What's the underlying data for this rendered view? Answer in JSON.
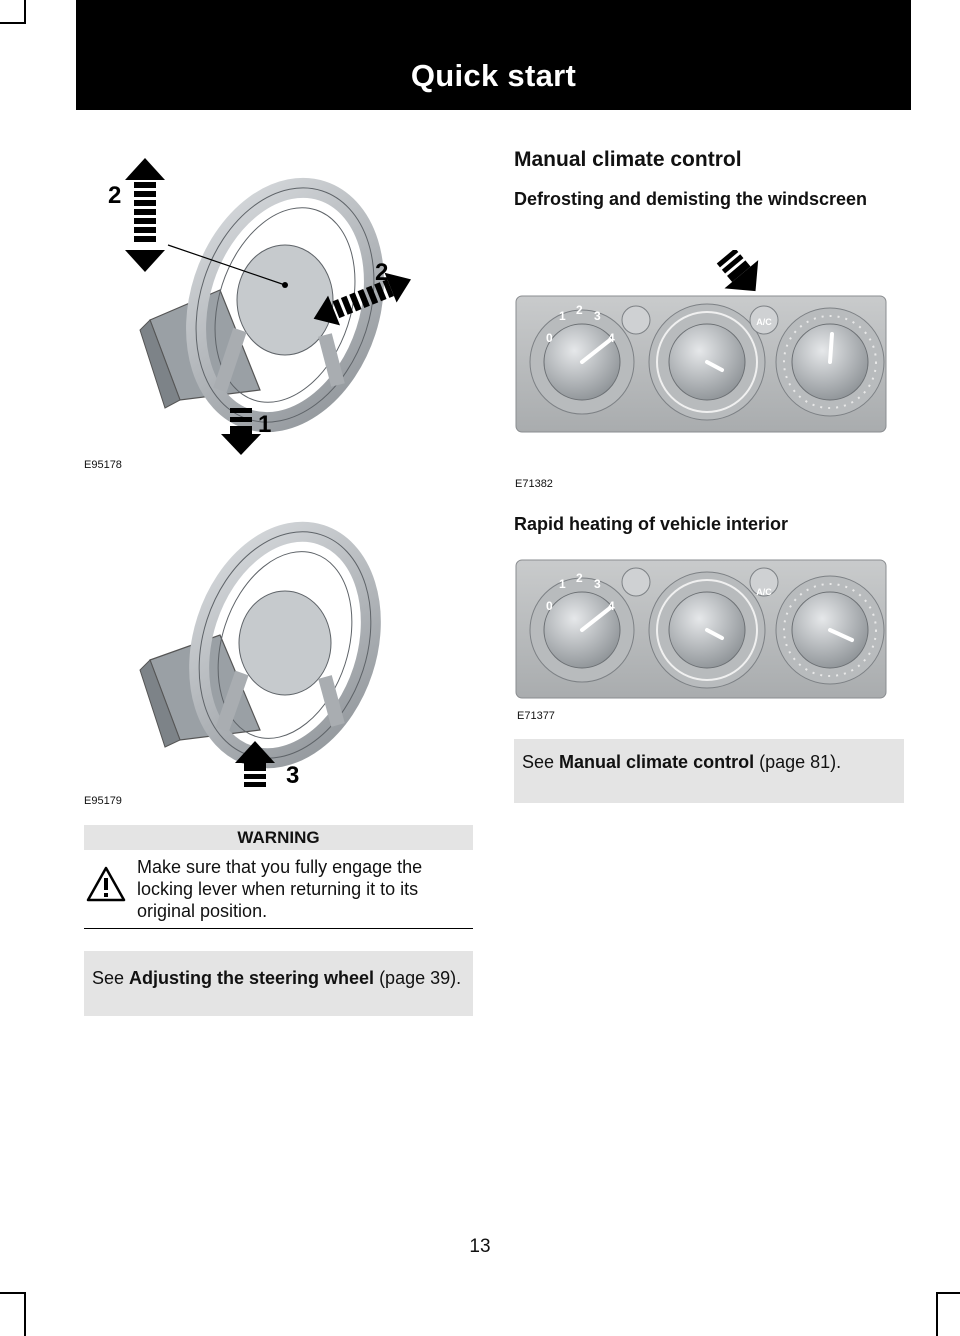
{
  "header": {
    "title": "Quick start"
  },
  "figures": {
    "steering_1": {
      "code": "E95178",
      "callouts": [
        "2",
        "2",
        "1"
      ]
    },
    "steering_2": {
      "code": "E95179",
      "callouts": [
        "3"
      ]
    },
    "climate_defrost": {
      "code": "E71382",
      "fan_marks": [
        "0",
        "1",
        "2",
        "3",
        "4"
      ],
      "ac_label": "A/C"
    },
    "climate_heat": {
      "code": "E71377",
      "fan_marks": [
        "0",
        "1",
        "2",
        "3",
        "4"
      ],
      "ac_label": "A/C"
    }
  },
  "warning": {
    "title": "WARNING",
    "text": "Make sure that you fully engage the locking lever when returning it to its original position."
  },
  "ref_steering": {
    "prefix": "See ",
    "link": "Adjusting the steering wheel",
    "suffix": " (page 39)."
  },
  "climate": {
    "title": "Manual climate control",
    "defrost_title": "Defrosting and demisting the windscreen",
    "heating_title": "Rapid heating of vehicle interior"
  },
  "ref_climate": {
    "prefix": "See ",
    "link": "Manual climate control",
    "suffix": " (page 81)."
  },
  "page_number": "13"
}
